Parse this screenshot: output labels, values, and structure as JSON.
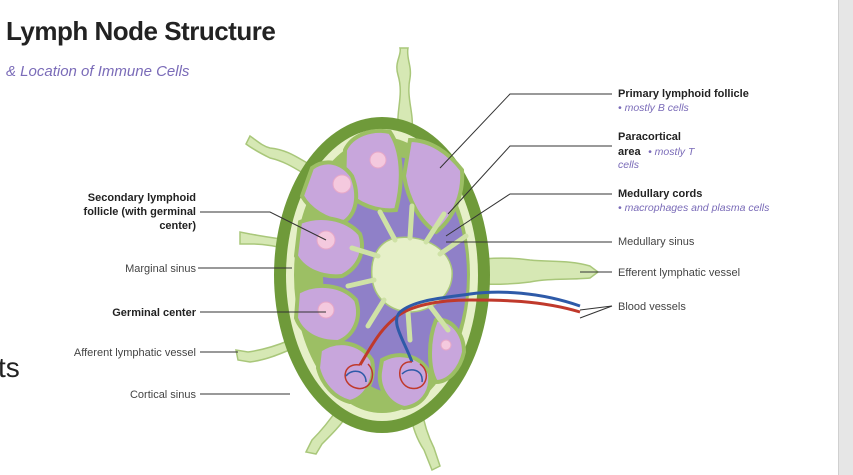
{
  "title": "Lymph Node Structure",
  "subtitle": "& Location of Immune Cells",
  "stray_text": "ts",
  "labels": {
    "primary_follicle": "Primary lymphoid follicle",
    "primary_follicle_note": "• mostly B cells",
    "paracortical_1": "Paracortical",
    "paracortical_2": "area",
    "paracortical_note_1": "• mostly T",
    "paracortical_note_2": "cells",
    "medullary_cords": "Medullary cords",
    "medullary_cords_note": "• macrophages and plasma cells",
    "medullary_sinus": "Medullary sinus",
    "efferent_vessel": "Efferent lymphatic vessel",
    "blood_vessels": "Blood vessels",
    "secondary_1": "Secondary lymphoid",
    "secondary_2": "follicle (with germinal",
    "secondary_3": "center)",
    "marginal_sinus": "Marginal sinus",
    "germinal_center": "Germinal center",
    "afferent_vessel": "Afferent lymphatic vessel",
    "cortical_sinus": "Cortical sinus"
  },
  "colors": {
    "capsule": "#6f9a3a",
    "follicle": "#c8a6dc",
    "paracortex": "#8f80c8",
    "medulla": "#e6f0c8",
    "artery": "#c0392b",
    "vein": "#2e5aa8",
    "accent_text": "#7a6bb8"
  }
}
